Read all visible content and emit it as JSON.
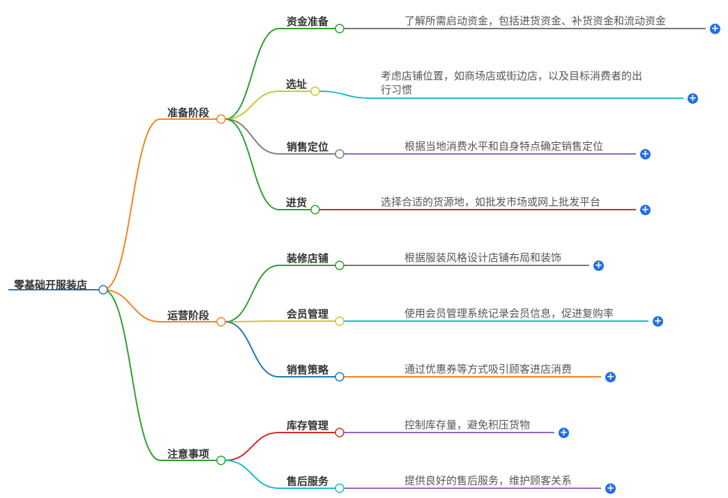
{
  "root": {
    "label": "零基础开服装店"
  },
  "branches": [
    {
      "label": "准备阶段",
      "children": [
        {
          "label": "资金准备",
          "detail": [
            "了解所需启动资金，包括进货资金、补货资金和流动资金"
          ]
        },
        {
          "label": "选址",
          "detail": [
            "考虑店铺位置，如商场店或街边店，以及目标消费者的出",
            "行习惯"
          ]
        },
        {
          "label": "销售定位",
          "detail": [
            "根据当地消费水平和自身特点确定销售定位"
          ]
        },
        {
          "label": "进货",
          "detail": [
            "选择合适的货源地，如批发市场或网上批发平台"
          ]
        }
      ]
    },
    {
      "label": "运营阶段",
      "children": [
        {
          "label": "装修店铺",
          "detail": [
            "根据服装风格设计店铺布局和装饰"
          ]
        },
        {
          "label": "会员管理",
          "detail": [
            "使用会员管理系统记录会员信息，促进复购率"
          ]
        },
        {
          "label": "销售策略",
          "detail": [
            "通过优惠券等方式吸引顾客进店消费"
          ]
        }
      ]
    },
    {
      "label": "注意事项",
      "children": [
        {
          "label": "库存管理",
          "detail": [
            "控制库存量，避免积压货物"
          ]
        },
        {
          "label": "售后服务",
          "detail": [
            "提供良好的售后服务，维护顾客关系"
          ]
        }
      ]
    }
  ],
  "colors": {
    "expand": "#1f6fe5",
    "root": "#2a7ab8"
  }
}
